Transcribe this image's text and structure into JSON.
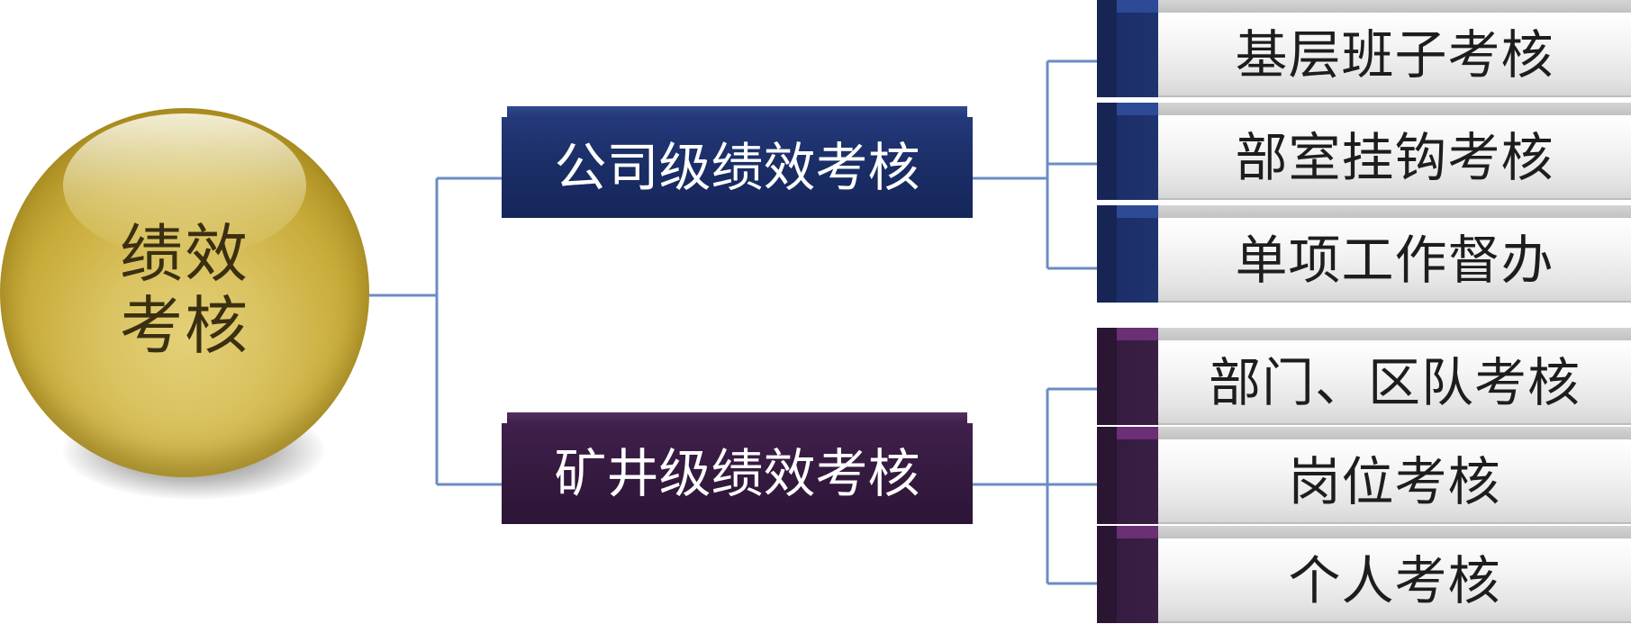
{
  "root": {
    "label_line1": "绩效",
    "label_line2": "考核"
  },
  "branches": [
    {
      "label": "公司级绩效考核",
      "color": "#1a2d66",
      "children": [
        "基层班子考核",
        "部室挂钩考核",
        "单项工作督办"
      ]
    },
    {
      "label": "矿井级绩效考核",
      "color": "#351a40",
      "children": [
        "部门、区队考核",
        "岗位考核",
        "个人考核"
      ]
    }
  ],
  "colors": {
    "connector": "#6b8cc4",
    "sphere": "#c9ac3a",
    "leaf_panel": "#e8e8e8"
  }
}
